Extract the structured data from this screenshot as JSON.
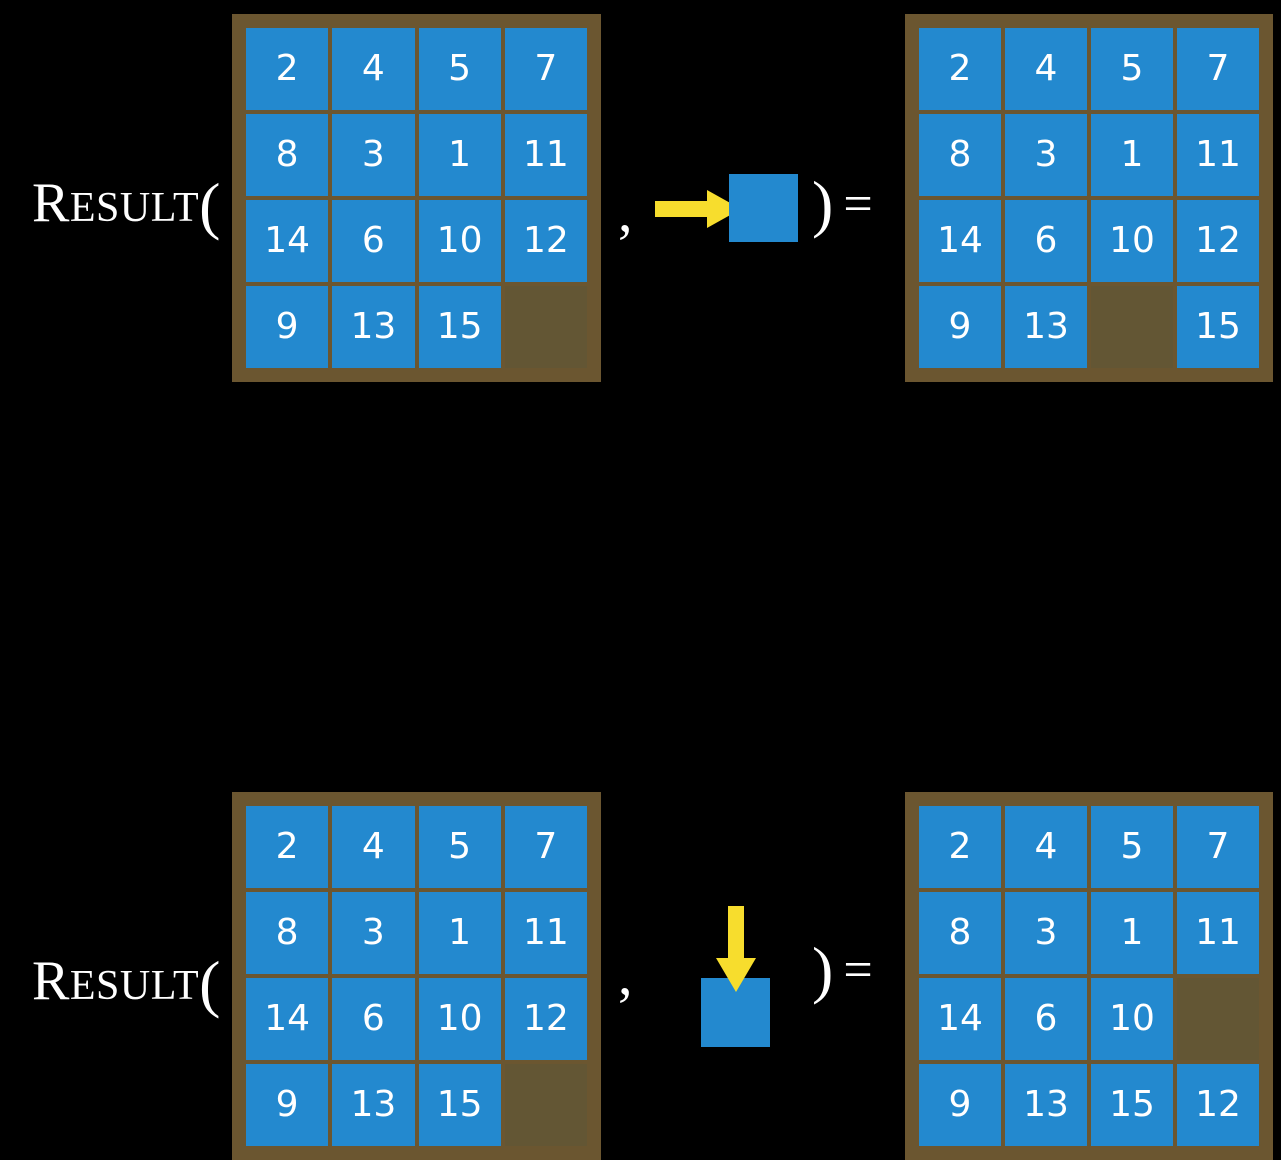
{
  "slide": {
    "background_color": "#000000",
    "tile_color": "#2389cf",
    "board_color": "#6b5630",
    "empty_slot_color": "#635634",
    "arrow_color": "#f7dd2d",
    "text_color": "#ffffff"
  },
  "labels": {
    "result_cap": "R",
    "result_rest": "ESULT",
    "open_paren": "(",
    "comma": ",",
    "close_paren": ")",
    "equals": "="
  },
  "rows": [
    {
      "name": "move-right",
      "operand": {
        "arrow_direction": "right",
        "arrow_icon": "arrow-right-icon",
        "square_label": ""
      },
      "input_board": {
        "rows": [
          [
            "2",
            "4",
            "5",
            "7"
          ],
          [
            "8",
            "3",
            "1",
            "11"
          ],
          [
            "14",
            "6",
            "10",
            "12"
          ],
          [
            "9",
            "13",
            "15",
            ""
          ]
        ]
      },
      "output_board": {
        "rows": [
          [
            "2",
            "4",
            "5",
            "7"
          ],
          [
            "8",
            "3",
            "1",
            "11"
          ],
          [
            "14",
            "6",
            "10",
            "12"
          ],
          [
            "9",
            "13",
            "",
            "15"
          ]
        ]
      }
    },
    {
      "name": "move-down",
      "operand": {
        "arrow_direction": "down",
        "arrow_icon": "arrow-down-icon",
        "square_label": ""
      },
      "input_board": {
        "rows": [
          [
            "2",
            "4",
            "5",
            "7"
          ],
          [
            "8",
            "3",
            "1",
            "11"
          ],
          [
            "14",
            "6",
            "10",
            "12"
          ],
          [
            "9",
            "13",
            "15",
            ""
          ]
        ]
      },
      "output_board": {
        "rows": [
          [
            "2",
            "4",
            "5",
            "7"
          ],
          [
            "8",
            "3",
            "1",
            "11"
          ],
          [
            "14",
            "6",
            "10",
            ""
          ],
          [
            "9",
            "13",
            "15",
            "12"
          ]
        ]
      }
    }
  ]
}
